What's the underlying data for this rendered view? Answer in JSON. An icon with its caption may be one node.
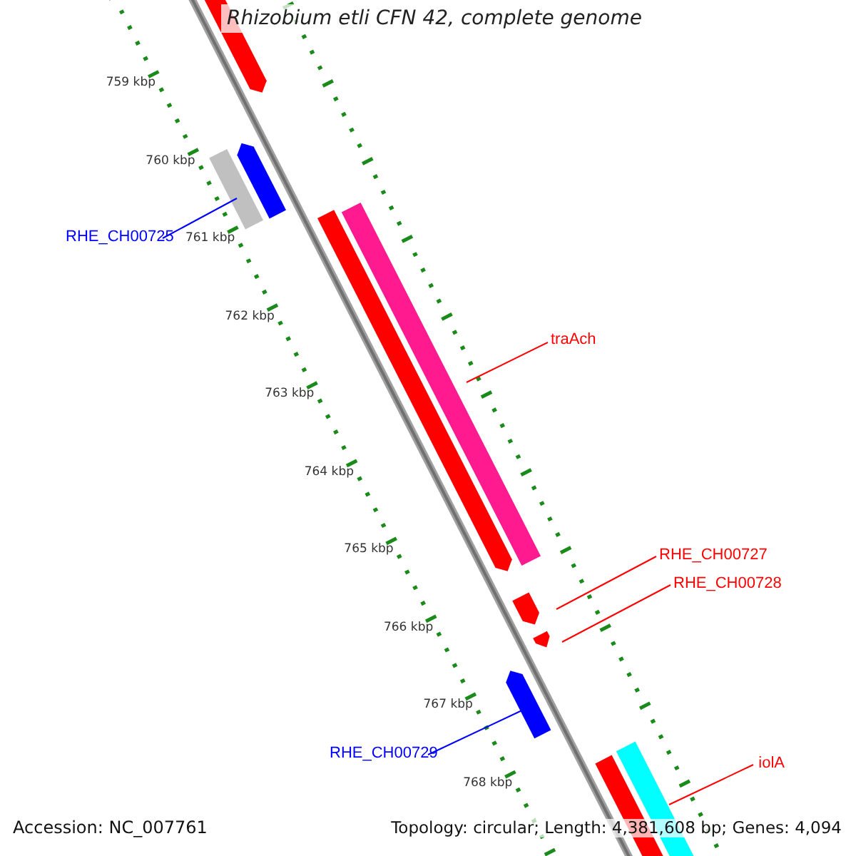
{
  "diagram": {
    "title": "Rhizobium etli CFN 42, complete genome",
    "nodes": [
      {
        "text": [
          "RHE_CH00725"
        ]
      },
      {
        "text": [],
        "shape": "arrow"
      },
      {
        "text": [
          "traAch"
        ]
      },
      {
        "text": [],
        "shape": "arrow"
      },
      {
        "text": [
          "RHE_CH00727"
        ]
      },
      {
        "text": [],
        "shape": "arrow"
      },
      {
        "text": [
          "RHE_CH00728"
        ]
      },
      {
        "text": [],
        "shape": "arrow"
      },
      {
        "text": [
          "RHE_CH00729"
        ]
      },
      {
        "text": [],
        "shape": "arrow"
      },
      {
        "text": [
          "iolA"
        ]
      },
      {
        "text": [],
        "shape": "arrow"
      }
    ],
    "edges": [
      {
        "from": 0,
        "to": 1,
        "arrow": "none",
        "color": "#0000ff"
      },
      {
        "from": 2,
        "to": 3,
        "arrow": "none"
      },
      {
        "from": 4,
        "to": 5,
        "arrow": "none"
      },
      {
        "from": 6,
        "to": 7,
        "arrow": "none"
      },
      {
        "from": 8,
        "to": 9,
        "arrow": "none",
        "color": "#0000ff"
      },
      {
        "from": 10,
        "to": 11,
        "arrow": "none"
      }
    ],
    "labels": [
      "759 kbp",
      "760 kbp",
      "761 kbp",
      "762 kbp",
      "763 kbp",
      "764 kbp",
      "765 kbp",
      "766 kbp",
      "767 kbp",
      "768 kbp",
      "Accession: NC_007761",
      "Topology: circular; Length: 4,381,608 bp; Genes: 4,094"
    ]
  }
}
